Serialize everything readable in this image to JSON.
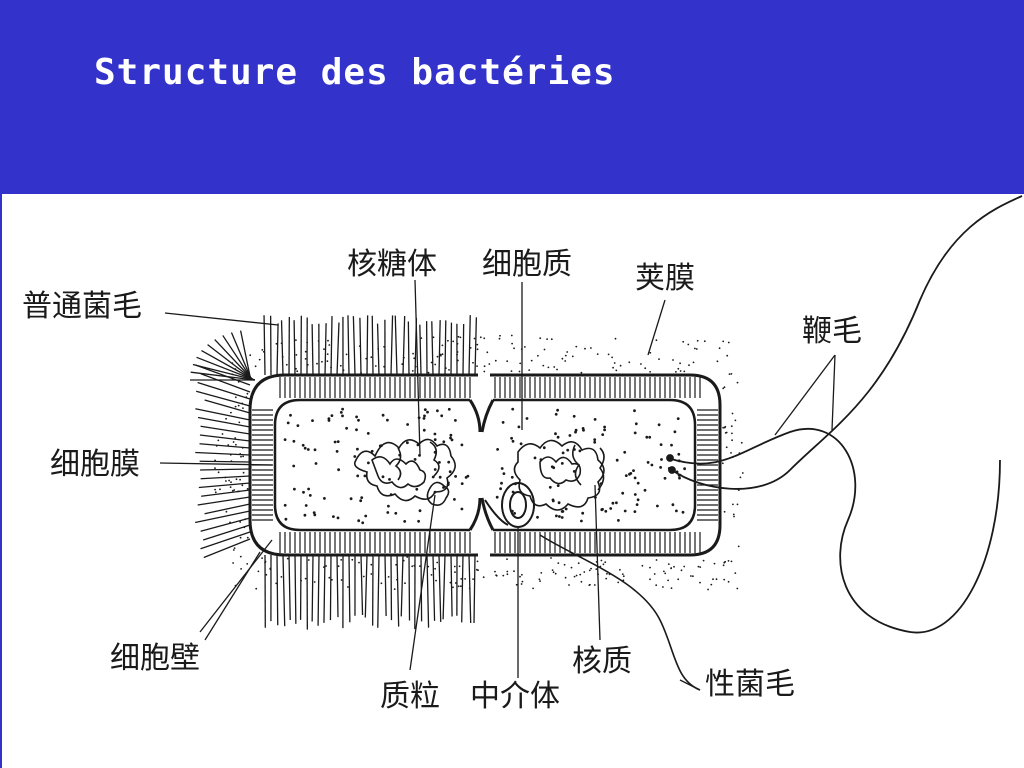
{
  "title": "Structure des bactéries",
  "colors": {
    "header": "#3333cc",
    "title_text": "#ffffff",
    "ink": "#1a1a1a"
  },
  "labels": {
    "ribosome": "核糖体",
    "cytoplasm": "细胞质",
    "capsule": "荚膜",
    "pili": "普通菌毛",
    "flagellum": "鞭毛",
    "cell_membrane": "细胞膜",
    "cell_wall": "细胞壁",
    "plasmid": "质粒",
    "mesosome": "中介体",
    "nucleoid": "核质",
    "sex_pilus": "性菌毛"
  }
}
